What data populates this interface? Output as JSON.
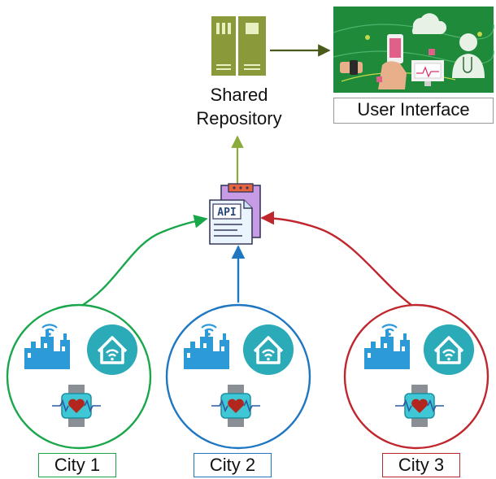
{
  "nodes": {
    "repository": {
      "label_line1": "Shared",
      "label_line2": "Repository",
      "icon": "server-rack-icon"
    },
    "user_interface": {
      "label": "User Interface",
      "icon": "health-monitoring-illustration"
    },
    "api": {
      "label": "API",
      "icon": "api-document-icon"
    },
    "cities": [
      {
        "label": "City 1",
        "color": "#1aa64b"
      },
      {
        "label": "City 2",
        "color": "#1f77c2"
      },
      {
        "label": "City 3",
        "color": "#c0262d"
      }
    ]
  },
  "city_icons": [
    "smart-city-wifi-icon",
    "smart-home-icon",
    "wearable-heart-monitor-icon"
  ],
  "colors": {
    "server": "#8a9a3a",
    "ui_bg": "#1e8a3a",
    "repo_arrow": "#8aaa3a",
    "ui_arrow": "#4a5a1a",
    "icon_blue": "#2c9ad6",
    "api_purple": "#9a5ad0"
  }
}
